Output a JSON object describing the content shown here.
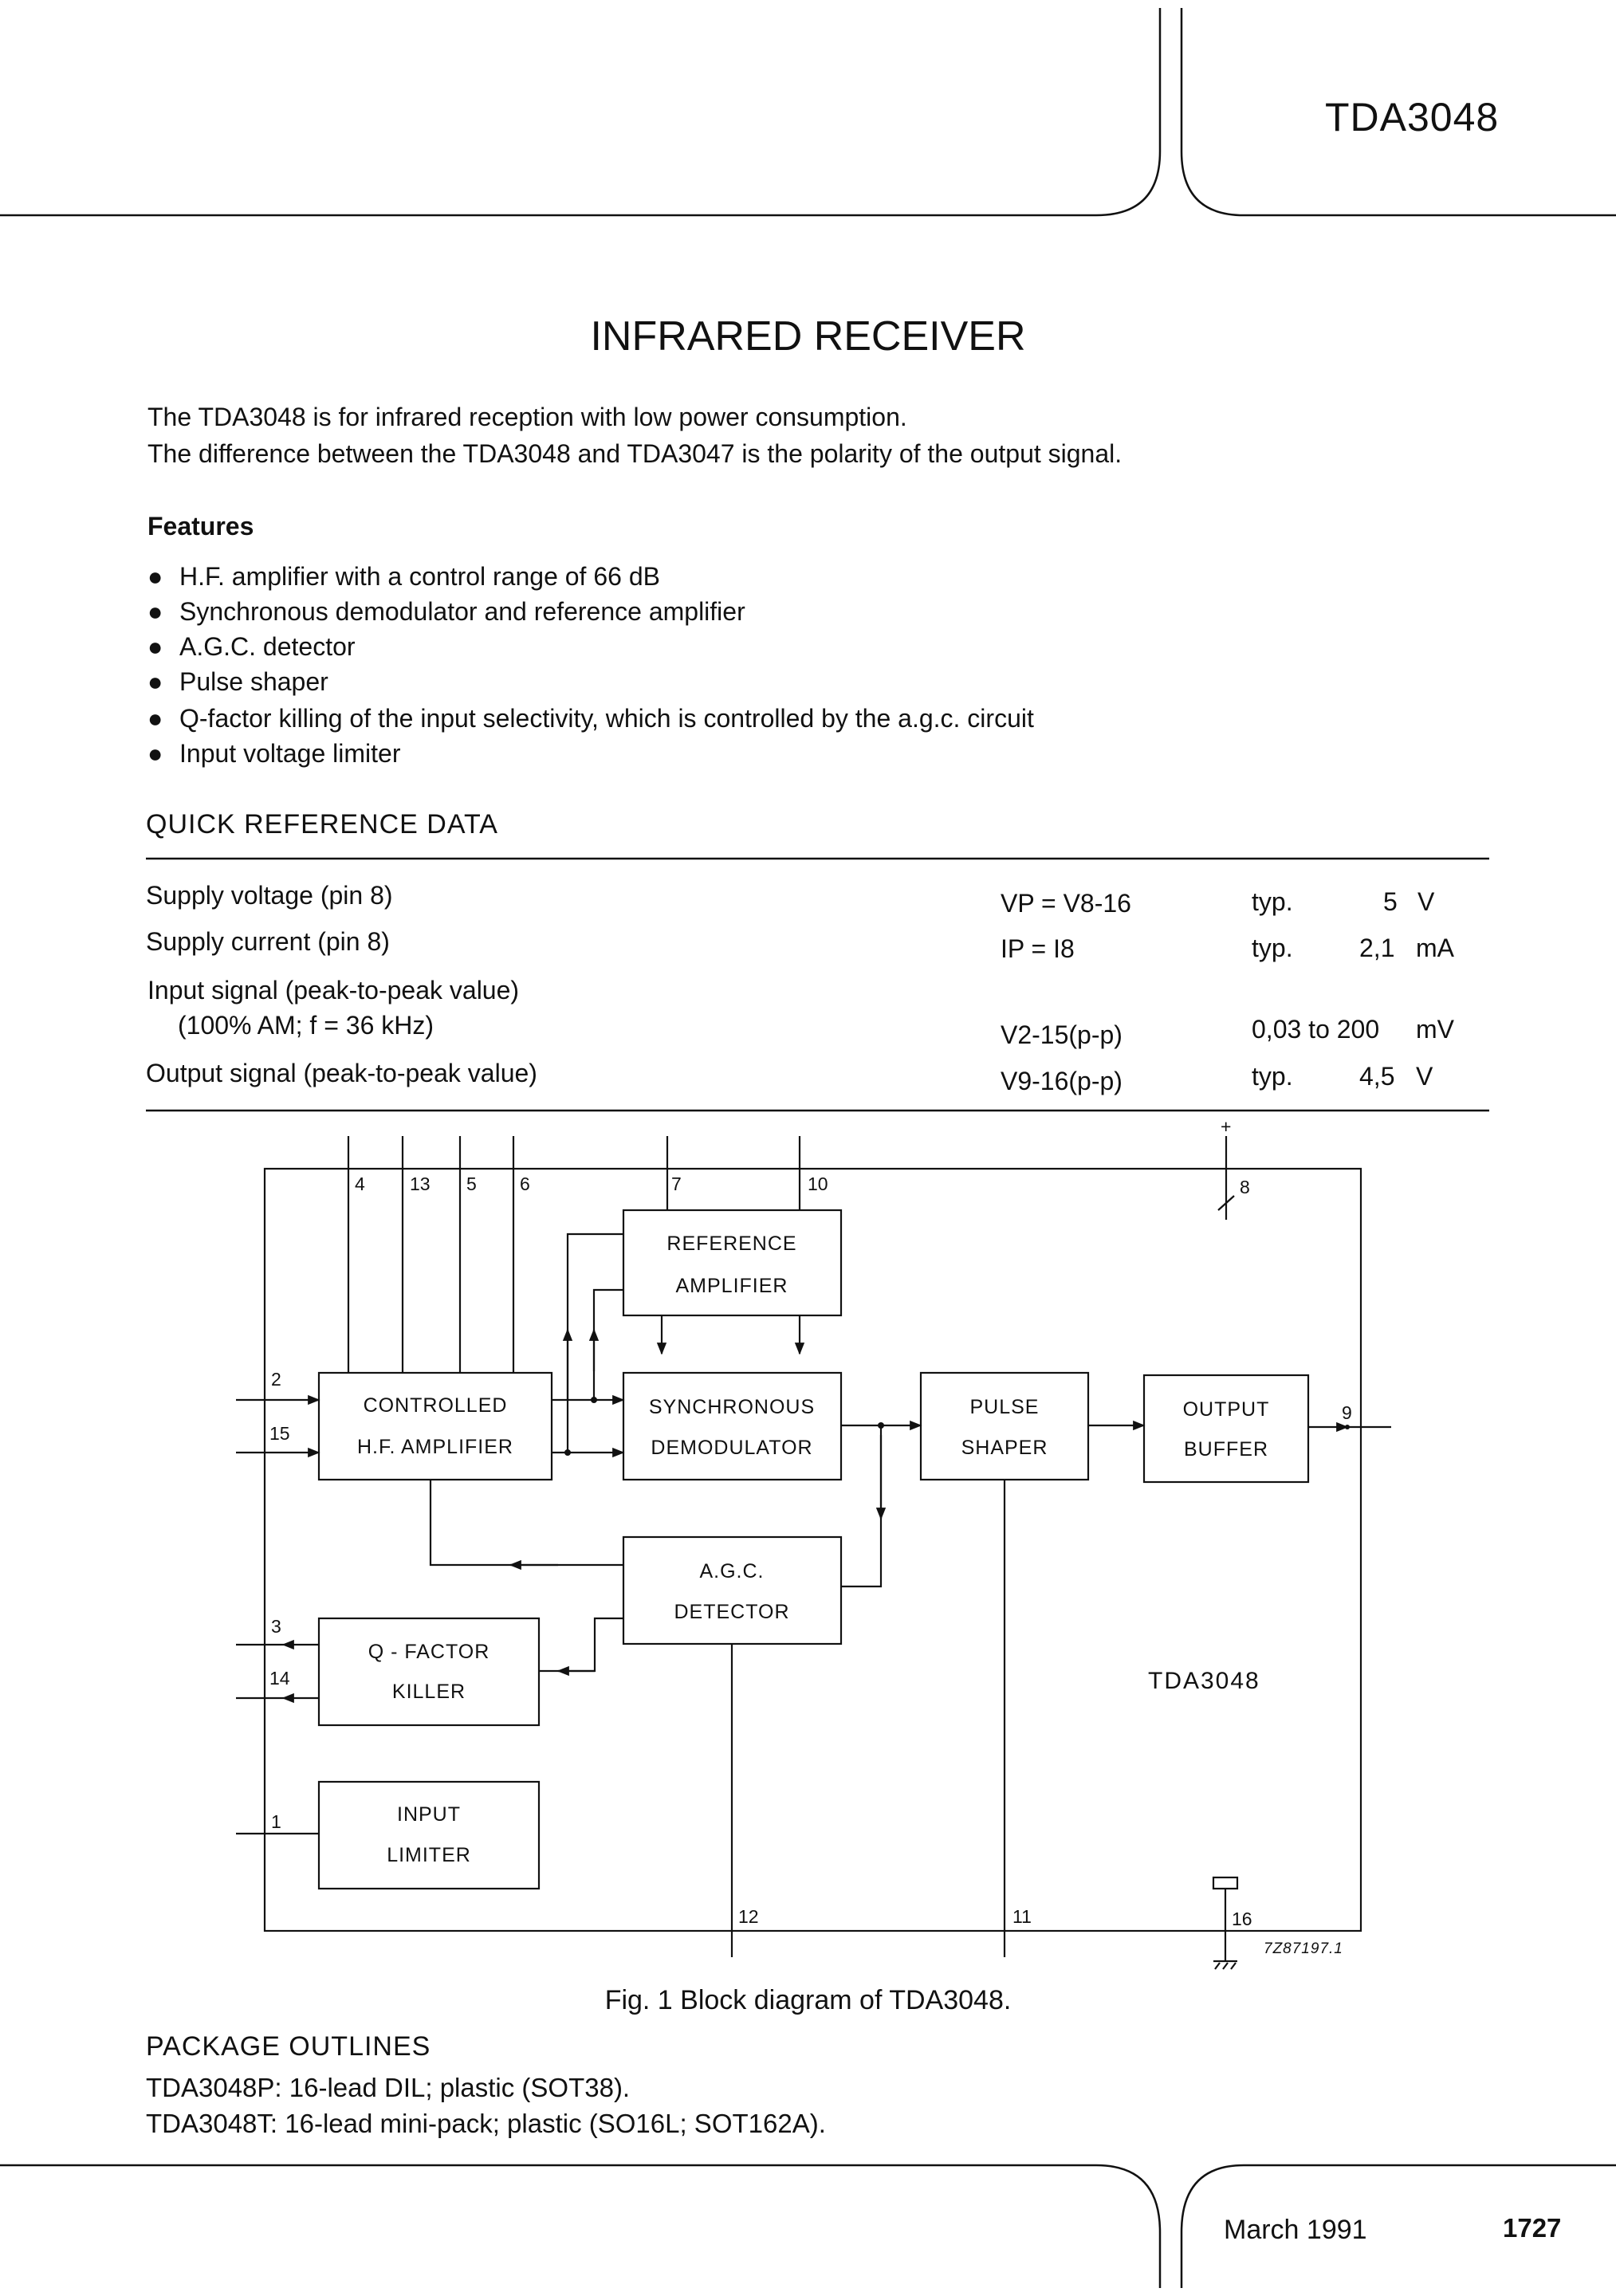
{
  "header": {
    "part_number": "TDA3048"
  },
  "title": "INFRARED RECEIVER",
  "intro": [
    "The TDA3048 is for infrared reception with low power consumption.",
    "The difference between the TDA3048 and TDA3047 is the polarity of the output signal."
  ],
  "features": {
    "heading": "Features",
    "items": [
      "H.F. amplifier with a control range of 66 dB",
      "Synchronous demodulator and reference amplifier",
      "A.G.C. detector",
      "Pulse shaper",
      "Q-factor killing of the input selectivity, which is controlled by the a.g.c. circuit",
      "Input voltage limiter"
    ]
  },
  "quick_reference": {
    "heading": "QUICK REFERENCE DATA",
    "rows": [
      {
        "param": "Supply voltage (pin 8)",
        "symbol": "VP = V8-16",
        "cond": "typ.",
        "value": "5",
        "unit": "V"
      },
      {
        "param": "Supply current (pin 8)",
        "symbol": "IP = I8",
        "cond": "typ.",
        "value": "2,1",
        "unit": "mA"
      },
      {
        "param": "Input signal (peak-to-peak value)",
        "param2": "(100% AM; f = 36 kHz)",
        "symbol": "V2-15(p-p)",
        "cond": "0,03 to 200",
        "value": "",
        "unit": "mV"
      },
      {
        "param": "Output signal (peak-to-peak value)",
        "symbol": "V9-16(p-p)",
        "cond": "typ.",
        "value": "4,5",
        "unit": "V"
      }
    ]
  },
  "diagram": {
    "blocks": {
      "hf_amp": [
        "CONTROLLED",
        "H.F. AMPLIFIER"
      ],
      "ref_amp": [
        "REFERENCE",
        "AMPLIFIER"
      ],
      "sync_demod": [
        "SYNCHRONOUS",
        "DEMODULATOR"
      ],
      "pulse_shaper": [
        "PULSE",
        "SHAPER"
      ],
      "output_buffer": [
        "OUTPUT",
        "BUFFER"
      ],
      "agc": [
        "A.G.C.",
        "DETECTOR"
      ],
      "qkiller": [
        "Q - FACTOR",
        "KILLER"
      ],
      "limiter": [
        "INPUT",
        "LIMITER"
      ]
    },
    "chip_label": "TDA3048",
    "pins": {
      "p4": "4",
      "p13": "13",
      "p5": "5",
      "p6": "6",
      "p7": "7",
      "p10": "10",
      "p8": "8",
      "p2": "2",
      "p15": "15",
      "p9": "9",
      "p3": "3",
      "p14": "14",
      "p1": "1",
      "p12": "12",
      "p11": "11",
      "p16": "16"
    },
    "plus_sign": "+",
    "drawing_code": "7Z87197.1",
    "caption": "Fig. 1  Block diagram of TDA3048."
  },
  "packages": {
    "heading": "PACKAGE OUTLINES",
    "lines": [
      "TDA3048P: 16-lead DIL; plastic (SOT38).",
      "TDA3048T: 16-lead mini-pack; plastic (SO16L; SOT162A)."
    ]
  },
  "footer": {
    "date": "March 1991",
    "page": "1727"
  }
}
